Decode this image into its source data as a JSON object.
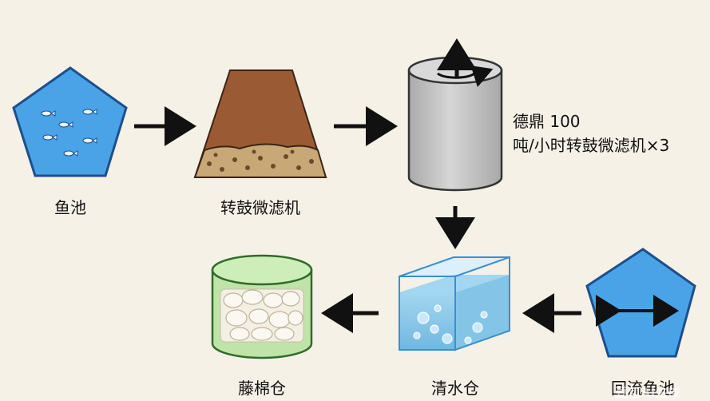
{
  "nodes": {
    "fish_pond": {
      "label": "鱼池"
    },
    "drum_filter": {
      "label": "转鼓微滤机"
    },
    "spec_line1": "德鼎 100",
    "spec_line2": "吨/小时转鼓微滤机×3",
    "clear_water_tank": {
      "label": "清水仓"
    },
    "cotton_tank": {
      "label": "藤棉仓"
    },
    "return_pond": {
      "label": "回流鱼池"
    }
  },
  "watermark": "豆包AI生成",
  "colors": {
    "background": "#f6f1e6",
    "pond_blue": "#4aa3e6",
    "soil_brown": "#9a5b34",
    "cylinder_gray": "#c9c9c9",
    "cotton_green": "#bfe3a8",
    "arrow": "#111111"
  }
}
